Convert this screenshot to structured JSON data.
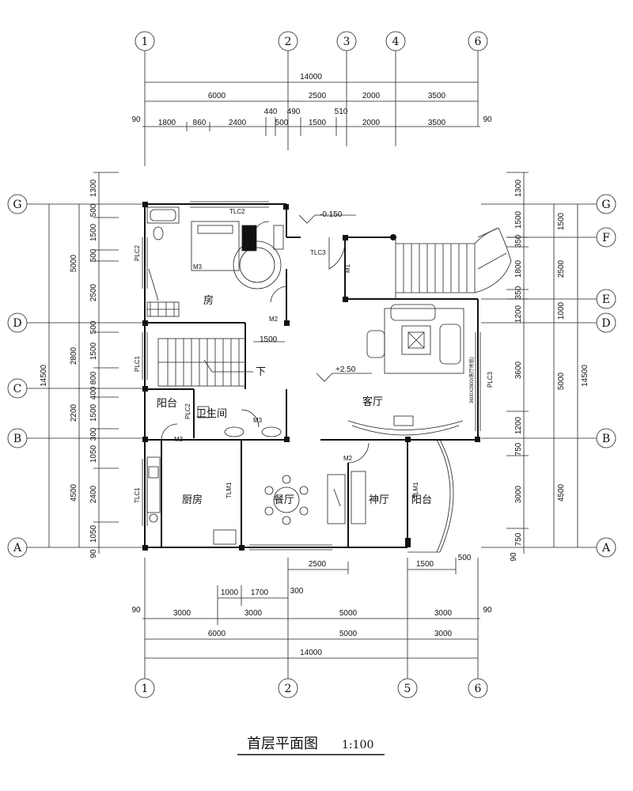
{
  "title": "首层平面图",
  "scale": "1:100",
  "axes_top": [
    "1",
    "2",
    "3",
    "4",
    "6"
  ],
  "axes_bottom": [
    "1",
    "2",
    "5",
    "6"
  ],
  "axes_side": [
    "G",
    "F",
    "E",
    "D",
    "C",
    "B",
    "A"
  ],
  "dims_top": {
    "total": "14000",
    "row2": [
      "6000",
      "2500",
      "2000",
      "3500"
    ],
    "row3": [
      "90",
      "1800",
      "860",
      "2400",
      "440",
      "500",
      "490",
      "1500",
      "510",
      "2000",
      "3500",
      "90"
    ]
  },
  "dims_bottom": {
    "row1": [
      "2500",
      "1500",
      "500"
    ],
    "row2": [
      "1000",
      "1700",
      "300"
    ],
    "row3": [
      "90",
      "3000",
      "3000",
      "5000",
      "3000",
      "90"
    ],
    "row4": [
      "6000",
      "5000",
      "3000"
    ],
    "total": "14000"
  },
  "dims_left": {
    "inner": [
      "1300",
      "500",
      "1500",
      "500",
      "2500",
      "500",
      "1500",
      "800",
      "400",
      "1500",
      "300",
      "1050",
      "2400",
      "1050",
      "90"
    ],
    "mid": [
      "5000",
      "2800",
      "2200",
      "4500"
    ],
    "total": "14500"
  },
  "dims_right": {
    "inner": [
      "1300",
      "1500",
      "350",
      "1800",
      "350",
      "1200",
      "3600",
      "1200",
      "750",
      "3000",
      "750",
      "90"
    ],
    "mid": [
      "1500",
      "2500",
      "1000",
      "5000",
      "4500"
    ],
    "total": "14500",
    "extra": "500"
  },
  "rooms": {
    "bedroom": "房",
    "stair_down": "下",
    "balcony_left": "阳台",
    "washroom": "卫生间",
    "living": "客厅",
    "kitchen": "厨房",
    "dining": "餐厅",
    "shrine": "神厅",
    "balcony_right": "阳台"
  },
  "labels": {
    "elev_top": "-0.150",
    "elev_main": "+2.50",
    "stair_dim": "1500",
    "tlc2": "TLC2",
    "tlc3": "TLC3",
    "plc2_a": "PLC2",
    "plc2_b": "PLC2",
    "plc1": "PLC1",
    "plc3": "PLC3",
    "tlc1": "TLC1",
    "tlm1_a": "TLM1",
    "tlm1_b": "TLM1",
    "m1": "M1",
    "m2_a": "M2",
    "m2_b": "M2",
    "m3_a": "M3",
    "m3_b": "M3",
    "m3_c": "M3",
    "carpet": "3600X2800(客厅地毯)"
  }
}
